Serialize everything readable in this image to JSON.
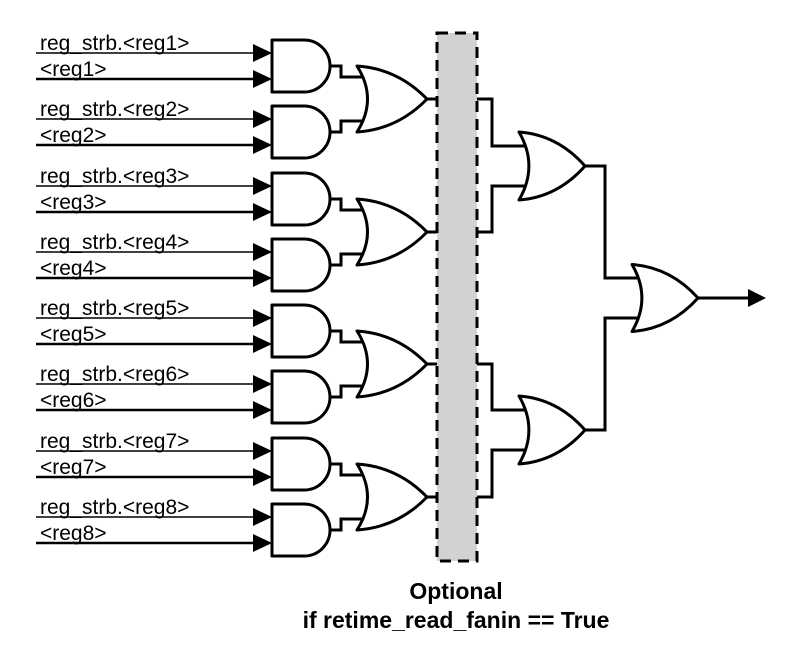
{
  "diagram": {
    "inputs": [
      {
        "strobe_label": "reg_strb.<reg1>",
        "value_label": "<reg1>"
      },
      {
        "strobe_label": "reg_strb.<reg2>",
        "value_label": "<reg2>"
      },
      {
        "strobe_label": "reg_strb.<reg3>",
        "value_label": "<reg3>"
      },
      {
        "strobe_label": "reg_strb.<reg4>",
        "value_label": "<reg4>"
      },
      {
        "strobe_label": "reg_strb.<reg5>",
        "value_label": "<reg5>"
      },
      {
        "strobe_label": "reg_strb.<reg6>",
        "value_label": "<reg6>"
      },
      {
        "strobe_label": "reg_strb.<reg7>",
        "value_label": "<reg7>"
      },
      {
        "strobe_label": "reg_strb.<reg8>",
        "value_label": "<reg8>"
      }
    ],
    "caption": {
      "line1": "Optional",
      "line2": "if retime_read_fanin == True"
    },
    "colors": {
      "stroke": "#000000",
      "background": "#ffffff",
      "optional_box_fill": "#d2d2d2"
    }
  }
}
